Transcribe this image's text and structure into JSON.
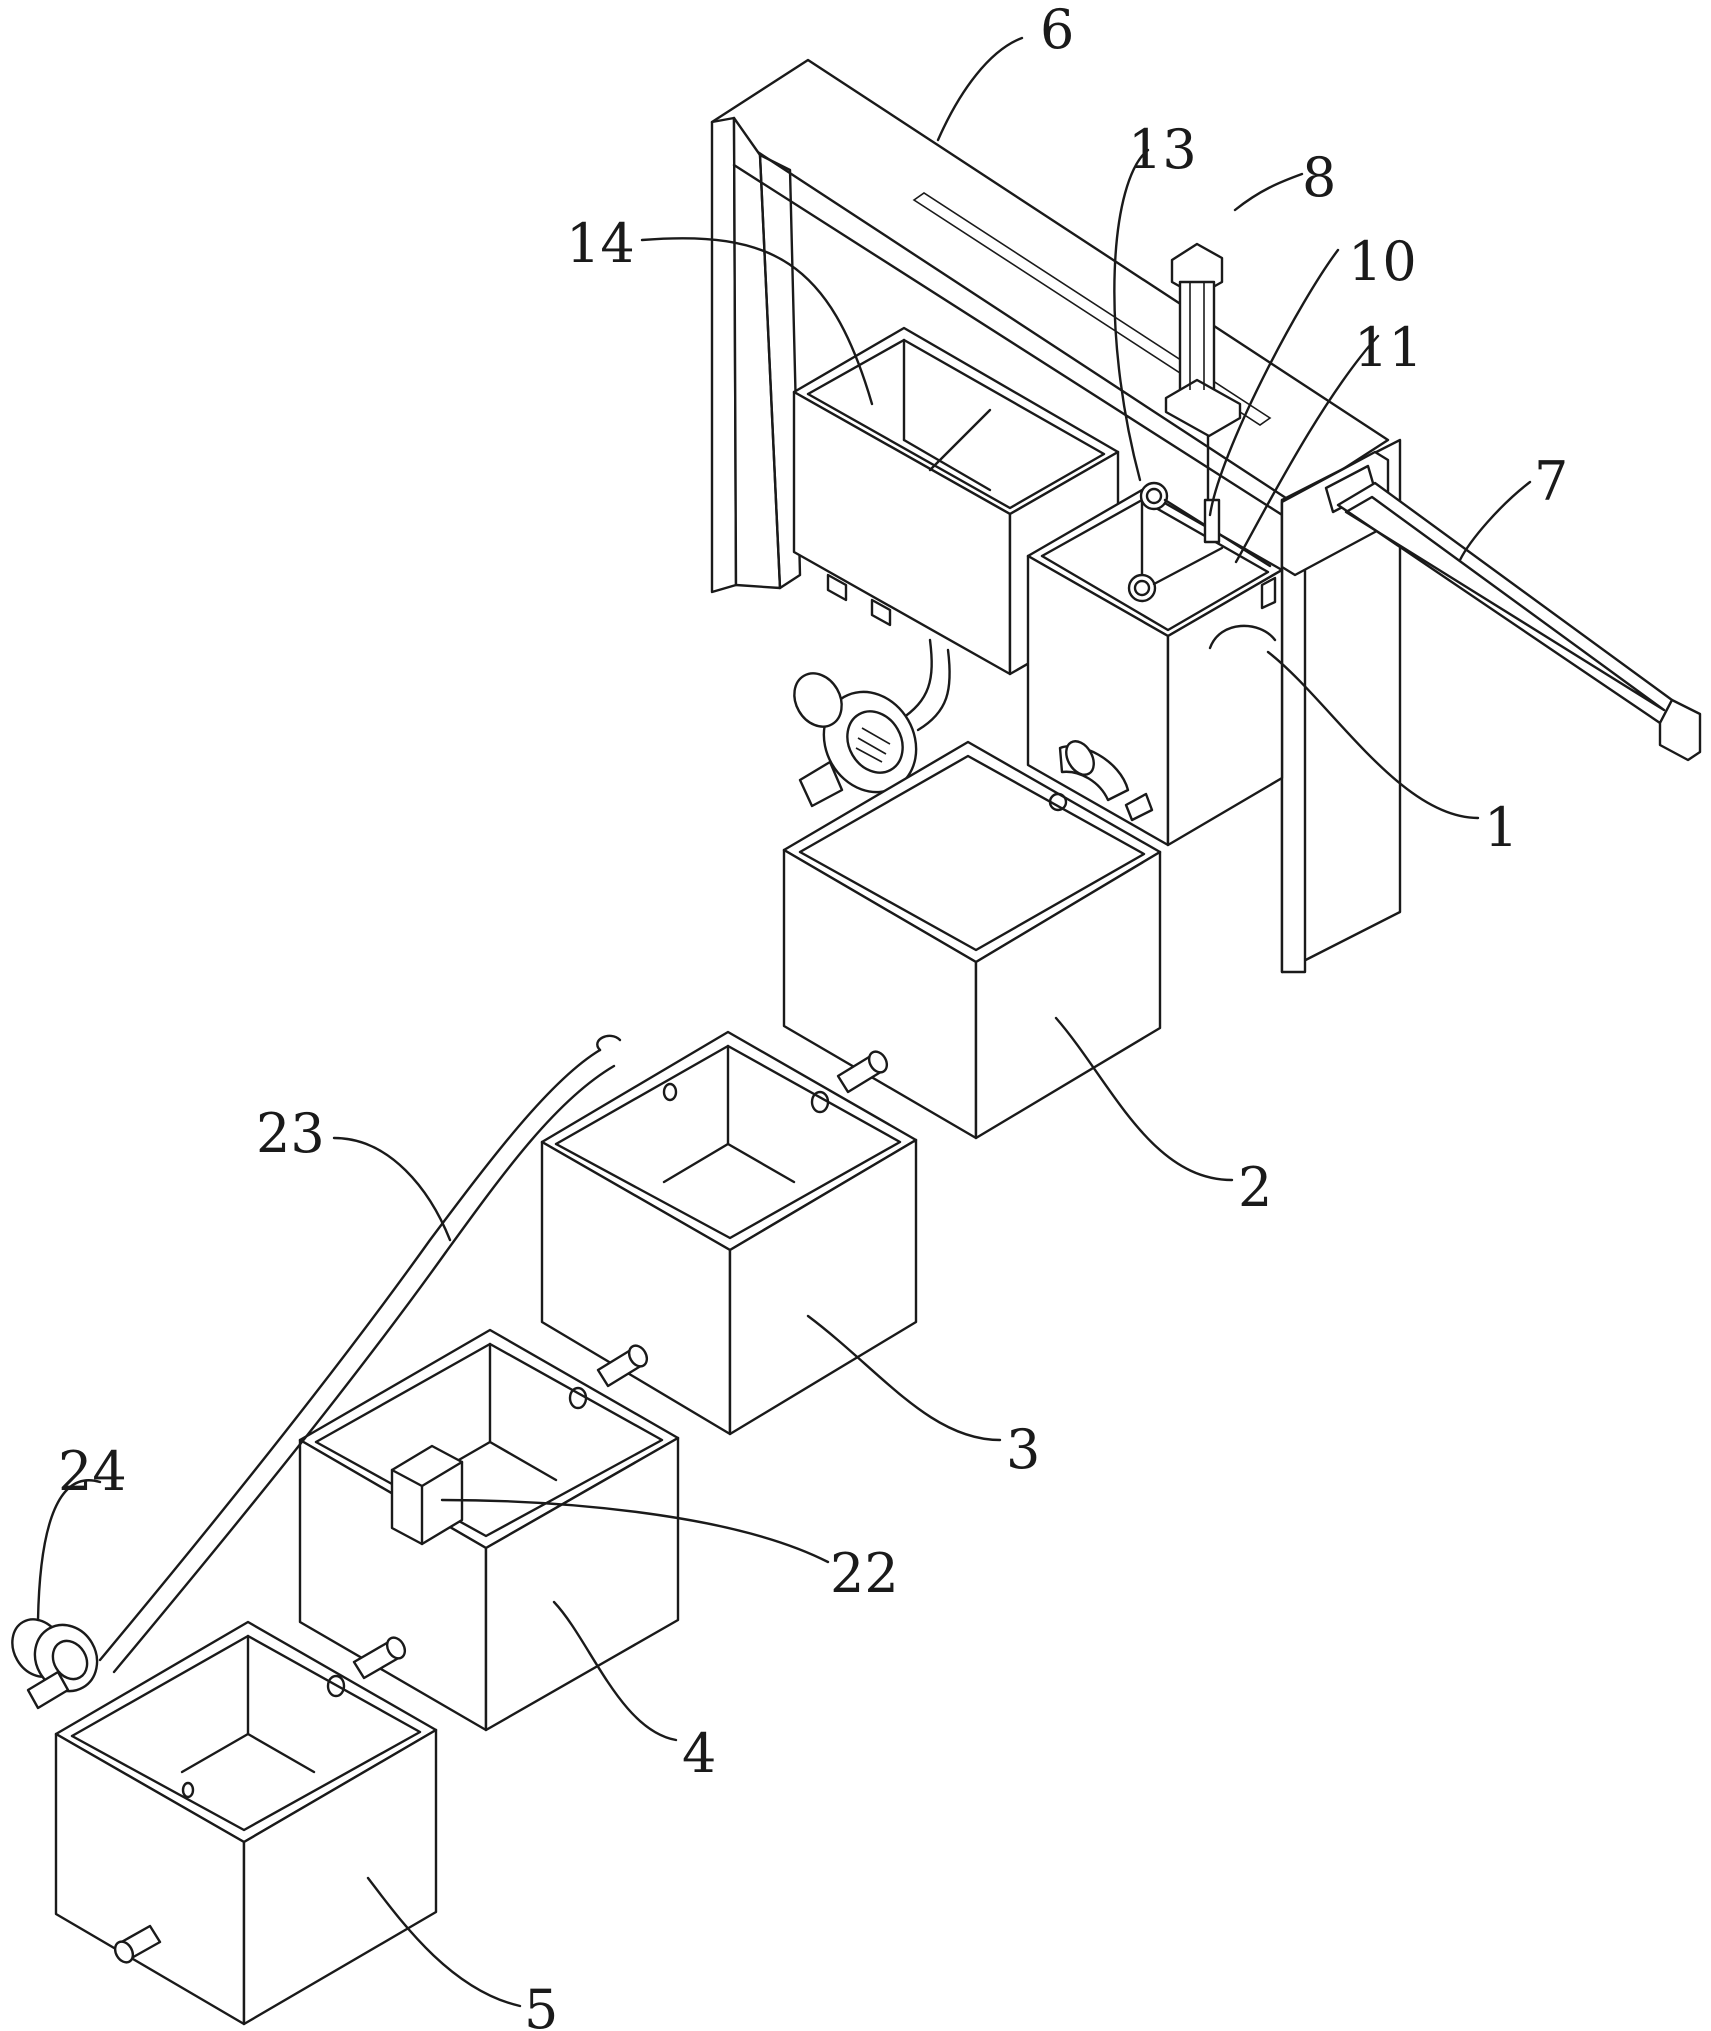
{
  "labels": {
    "l1": "1",
    "l2": "2",
    "l3": "3",
    "l4": "4",
    "l5": "5",
    "l6": "6",
    "l7": "7",
    "l8": "8",
    "l10": "10",
    "l11": "11",
    "l13": "13",
    "l14": "14",
    "l22": "22",
    "l23": "23",
    "l24": "24"
  }
}
